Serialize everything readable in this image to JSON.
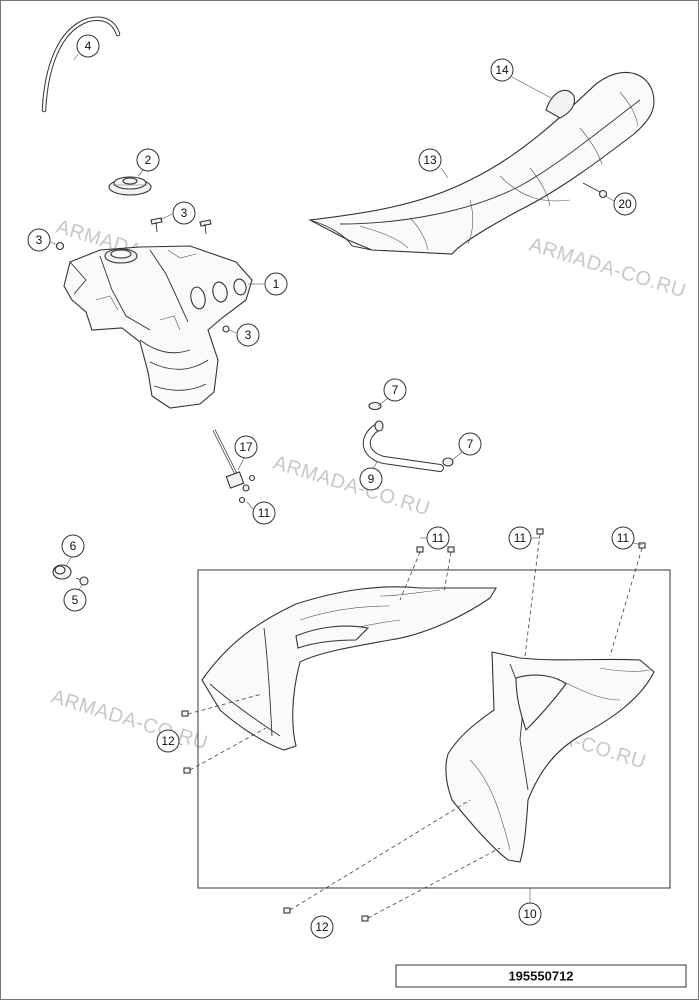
{
  "watermark": "ARMADA-CO.RU",
  "diagram_id": "195550712",
  "callouts": {
    "c4": "4",
    "c2": "2",
    "c3a": "3",
    "c3b": "3",
    "c3c": "3",
    "c1": "1",
    "c14": "14",
    "c13": "13",
    "c20": "20",
    "c7a": "7",
    "c7b": "7",
    "c9": "9",
    "c17": "17",
    "c11a": "11",
    "c6": "6",
    "c5": "5",
    "c11b": "11",
    "c11c": "11",
    "c11d": "11",
    "c12a": "12",
    "c12b": "12",
    "c10": "10"
  }
}
